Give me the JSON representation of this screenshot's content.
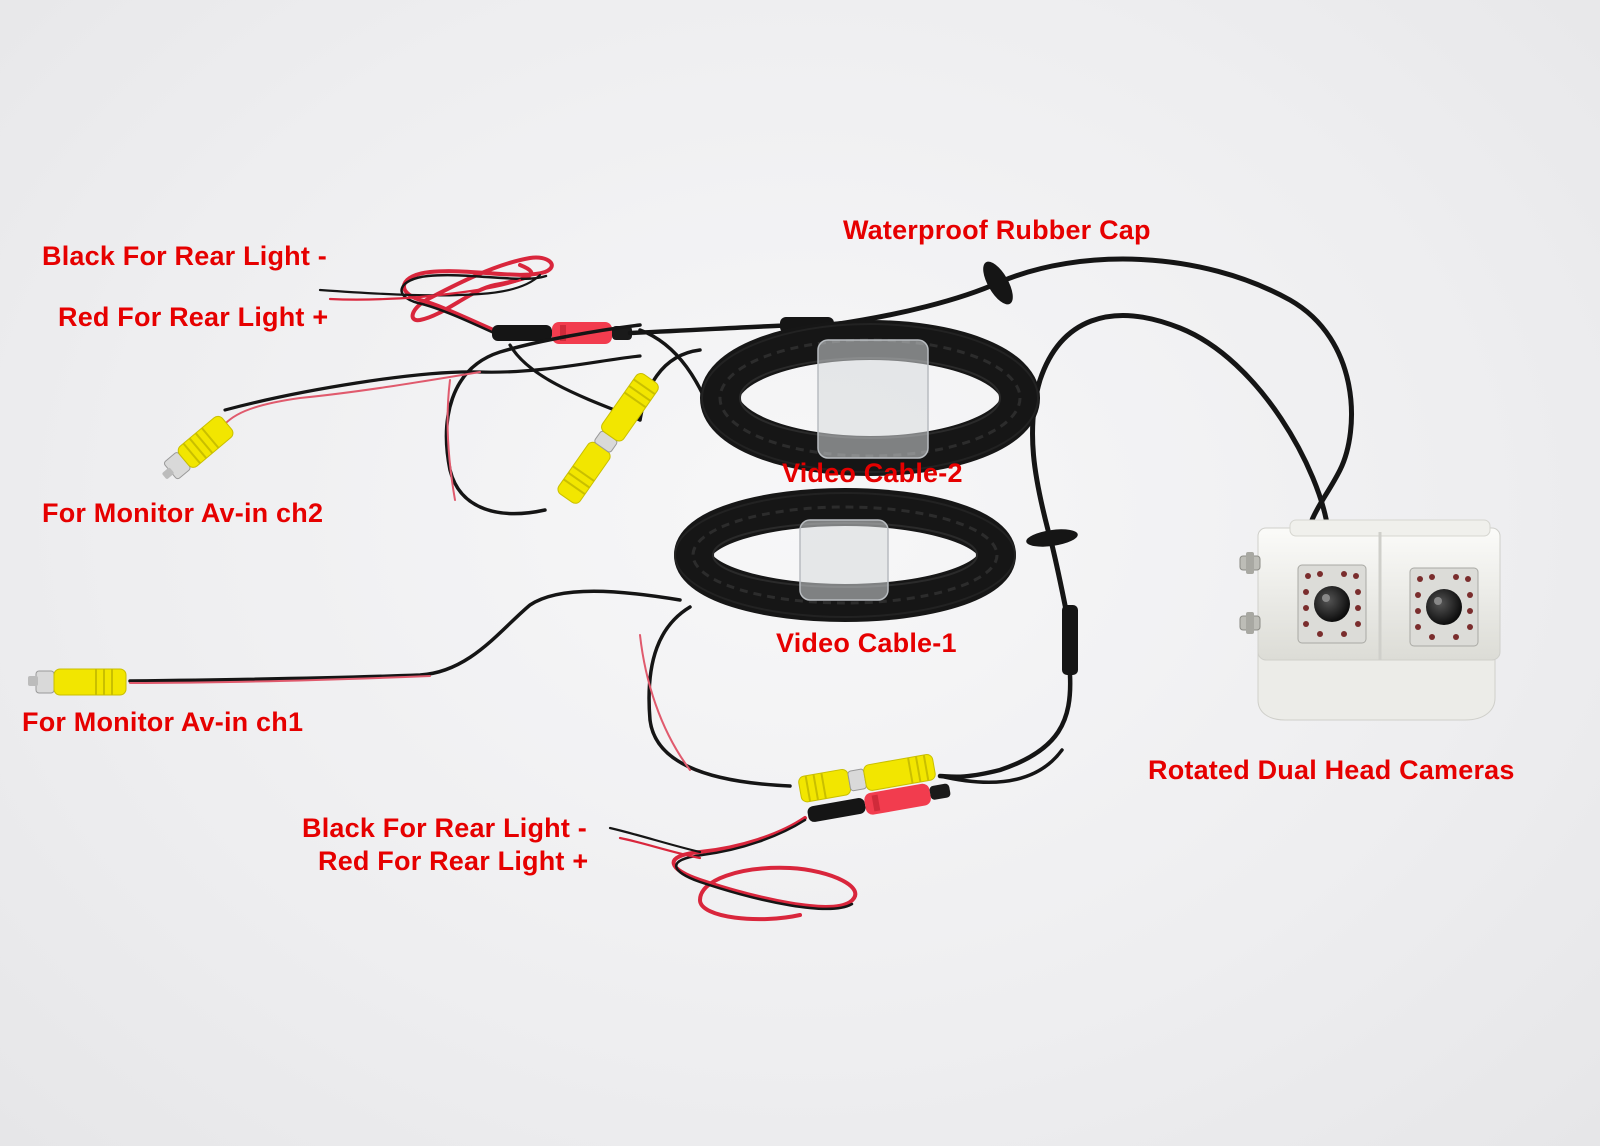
{
  "labels": {
    "waterproof_cap": "Waterproof Rubber Cap",
    "black_rear_light_top": "Black For Rear Light -",
    "red_rear_light_top": "Red For Rear Light +",
    "monitor_ch2": "For Monitor Av-in ch2",
    "video_cable_2": "Video Cable-2",
    "video_cable_1": "Video Cable-1",
    "monitor_ch1": "For Monitor Av-in ch1",
    "dual_cameras": "Rotated Dual Head Cameras",
    "black_rear_light_bottom": "Black For Rear Light -",
    "red_rear_light_bottom": "Red For Rear Light +"
  },
  "colors": {
    "label_text": "#e60000",
    "cable_black": "#151515",
    "wire_red": "#d9263c",
    "rca_yellow": "#f2e600",
    "connector_red": "#f23c4e",
    "camera_white": "#f4f4f1"
  }
}
